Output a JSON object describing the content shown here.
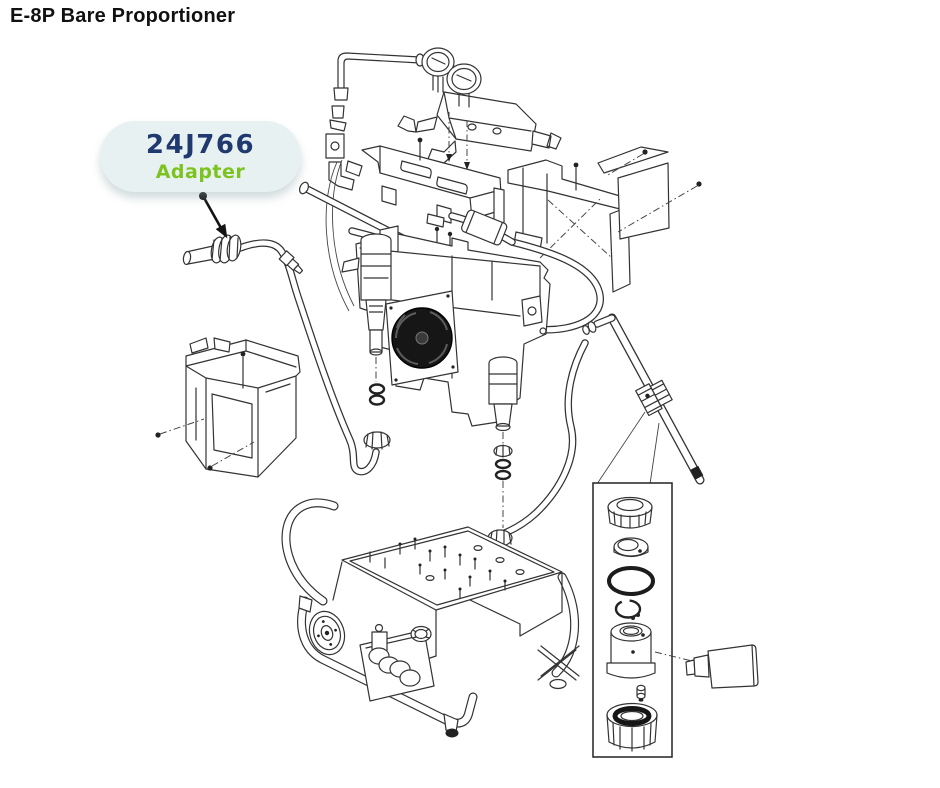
{
  "page": {
    "title": "E-8P Bare Proportioner",
    "background_color": "#ffffff"
  },
  "callout": {
    "part_number": "24J766",
    "part_name": "Adapter",
    "colors": {
      "bubble": "#e8f1f2",
      "part_number": "#20396f",
      "part_name": "#7cc31f",
      "arrow": "#141414"
    }
  },
  "diagram": {
    "type": "exploded-parts-illustration",
    "line_color": "#333333",
    "highlighted_part": "Adapter 24J766 on hose wand",
    "groups": [
      "pressure-gauge-manifold",
      "inlet-tube-and-fittings",
      "top-shroud-bracket",
      "right-shroud-panels",
      "pump-assembly",
      "cooling-fan",
      "electrical-enclosure",
      "supply-hoses",
      "spray-wand",
      "wand-adapter",
      "cart-frame",
      "wheel",
      "feed-rollers",
      "coupler-detail-box",
      "mixer-housing"
    ]
  }
}
